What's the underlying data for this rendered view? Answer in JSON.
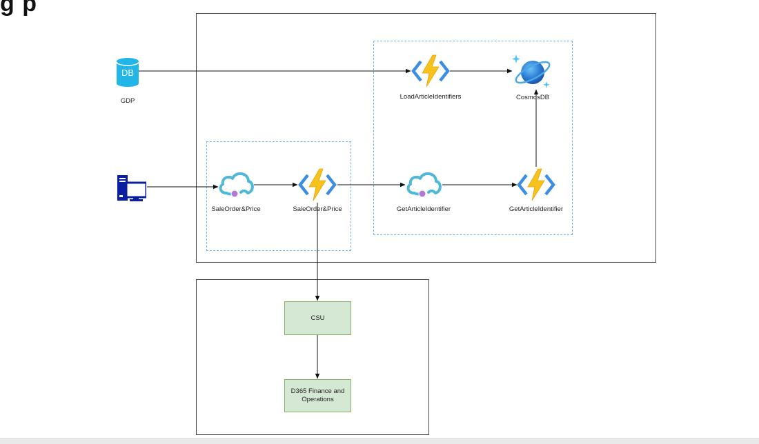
{
  "page": {
    "heading": "g p"
  },
  "nodes": {
    "gdp": {
      "label": "GDP",
      "icon": "database-icon",
      "icon_text": "DB"
    },
    "client": {
      "icon": "computer-icon"
    },
    "apim_sale": {
      "label": "SaleOrder&Price",
      "icon": "api-management-icon"
    },
    "func_sale": {
      "label": "SaleOrder&Price",
      "icon": "function-app-icon"
    },
    "func_load": {
      "label": "LoadArticleIdentifiers",
      "icon": "function-app-icon"
    },
    "cosmos": {
      "label": "CosmosDB",
      "icon": "cosmos-db-icon"
    },
    "apim_get": {
      "label": "GetArticleIdentifier",
      "icon": "api-management-icon"
    },
    "func_get": {
      "label": "GetArticleIdentifier",
      "icon": "function-app-icon"
    },
    "csu": {
      "label": "CSU"
    },
    "d365": {
      "label": "D365 Finance and Operations"
    }
  },
  "colors": {
    "frame_border": "#444444",
    "group_dashed": "#6cb4e6",
    "node_fill": "#d5e8d4",
    "node_stroke": "#82b366",
    "function_bolt": "#f7c21b",
    "function_brackets": "#3d8ee0",
    "apim_cloud": "#4fb8d9",
    "db_cyan": "#21b5e8",
    "computer_blue": "#0a1f9f",
    "cosmos_blue": "#2f7fd6"
  },
  "edges": [
    {
      "from": "gdp",
      "to": "func_load"
    },
    {
      "from": "func_load",
      "to": "cosmos"
    },
    {
      "from": "client",
      "to": "apim_sale"
    },
    {
      "from": "apim_sale",
      "to": "func_sale"
    },
    {
      "from": "func_sale",
      "to": "apim_get"
    },
    {
      "from": "apim_get",
      "to": "func_get"
    },
    {
      "from": "func_get",
      "to": "cosmos"
    },
    {
      "from": "func_sale",
      "to": "csu"
    },
    {
      "from": "csu",
      "to": "d365"
    }
  ]
}
